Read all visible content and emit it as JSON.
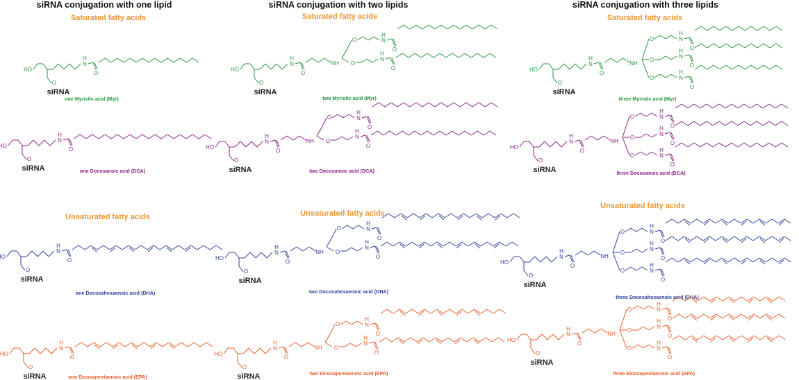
{
  "headers": {
    "one": "siRNA conjugation with one lipid",
    "two": "siRNA conjugation with two lipids",
    "three": "siRNA conjugation with three lipids"
  },
  "sections": {
    "saturated": "Saturated fatty acids",
    "unsaturated": "Unsaturated fatty acids"
  },
  "captions": {
    "myr1": "one Myristic acid (Myr)",
    "myr2": "two Myristic acid (Myr)",
    "myr3": "three Myristic acid (Myr)",
    "dca1": "one Docosanoic acid (DCA)",
    "dca2": "two Docosanoic acid (DCA)",
    "dca3": "three Docosanoic acid (DCA)",
    "dha1": "one Docosahexaenoic acid (DHA)",
    "dha2": "two Docosahexaenoic acid (DHA)",
    "dha3": "three Docosahexaenoic acid (DHA)",
    "epa1": "one Eicosapentaenoic acid (EPA)",
    "epa2": "two Eicosapentaenoic acid (EPA)",
    "epa3": "three Eicosapentaenoic acid (EPA)"
  },
  "atoms": {
    "siRNA": "siRNA",
    "HO": "HO",
    "O": "O",
    "NH": "NH",
    "H": "H",
    "N": "N"
  },
  "colors": {
    "myr": "#23963c",
    "dca": "#8a1f8a",
    "dha": "#2f3f9e",
    "epa": "#ee5a24",
    "orange": "#f0932b",
    "ink": "#111111"
  }
}
